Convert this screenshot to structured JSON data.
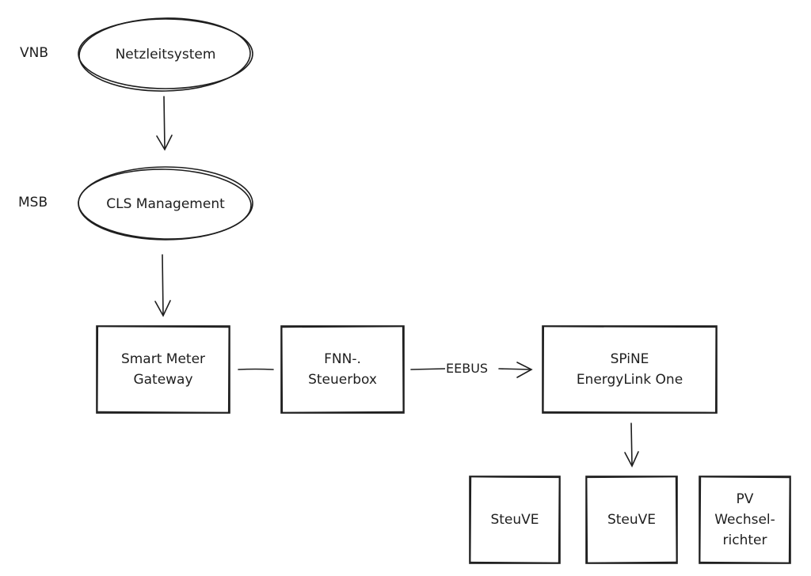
{
  "lanes": {
    "vnb": "VNB",
    "msb": "MSB"
  },
  "nodes": {
    "netzleitsystem": "Netzleitsystem",
    "cls": "CLS Management",
    "smgw": "Smart Meter\nGateway",
    "fnn": "FNN-.\nSteuerbox",
    "spine": "SPiNE\nEnergyLink One",
    "steuve1": "SteuVE",
    "steuve2": "SteuVE",
    "pv": "PV\nWechsel-\nrichter"
  },
  "edges": {
    "eebus": "EEBUS"
  },
  "colors": {
    "stroke": "#1e1e1e",
    "background": "#ffffff"
  }
}
